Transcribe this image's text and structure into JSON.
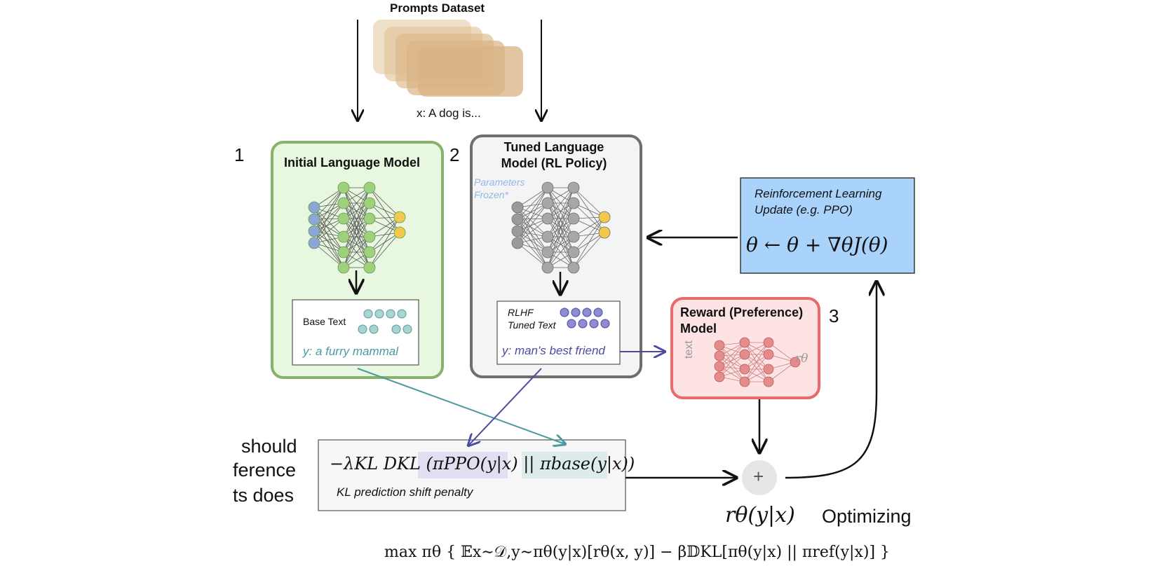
{
  "prompts": {
    "title": "Prompts Dataset",
    "example": "x: A dog is..."
  },
  "steps": {
    "one": "1",
    "two": "2",
    "three": "3"
  },
  "initial_model": {
    "title": "Initial Language Model",
    "output_label": "Base Text",
    "output_y": "y: a furry mammal"
  },
  "tuned_model": {
    "title_line1": "Tuned Language",
    "title_line2": "Model (RL Policy)",
    "note_line1": "Parameters",
    "note_line2": "Frozen*",
    "output_label_line1": "RLHF",
    "output_label_line2": "Tuned Text",
    "output_y": "y: man's best friend"
  },
  "reward_model": {
    "title_line1": "Reward (Preference)",
    "title_line2": "Model",
    "input_label": "text",
    "output_label": "rθ"
  },
  "rl_update": {
    "line1": "Reinforcement Learning",
    "line2": "Update (e.g. PPO)",
    "formula": "θ ← θ + ∇θJ(θ)"
  },
  "kl_penalty": {
    "formula": "−λKL DKL (πPPO(y|x) || πbase(y|x))",
    "caption": "KL prediction shift penalty"
  },
  "combine": {
    "plus": "+",
    "reward_term": "rθ(y|x)"
  },
  "side_text": {
    "left_line1": "should",
    "left_line2": "ference",
    "left_line3": "ts  does",
    "right": "Optimizing"
  },
  "objective": "max πθ { 𝔼x∼𝒟,y∼πθ(y|x)[rθ(x, y)] − β𝔻KL[πθ(y|x) || πref(y|x)] }",
  "colors": {
    "green_fill": "#e8f7df",
    "green_border": "#86b36b",
    "gray_fill": "#f4f4f4",
    "gray_border": "#6e6e6e",
    "red_fill": "#fde3e3",
    "red_border": "#e86a6a",
    "blue_fill": "#a9d3fb",
    "teal_arrow": "#4a9aa0",
    "purple_arrow": "#4b4aa0",
    "prompt_card": "#e3c49a"
  }
}
